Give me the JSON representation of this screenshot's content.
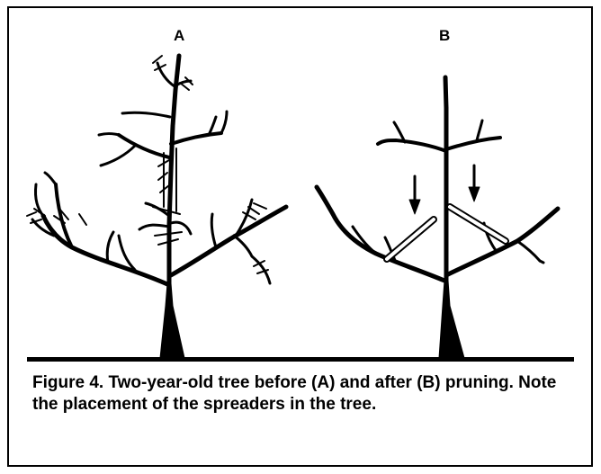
{
  "figure": {
    "panel_a_label": "A",
    "panel_b_label": "B",
    "caption": "Figure 4. Two-year-old tree before (A) and after (B) pruning. Note the placement of the spreaders in the tree."
  },
  "colors": {
    "ink": "#000000",
    "paper": "#ffffff"
  }
}
